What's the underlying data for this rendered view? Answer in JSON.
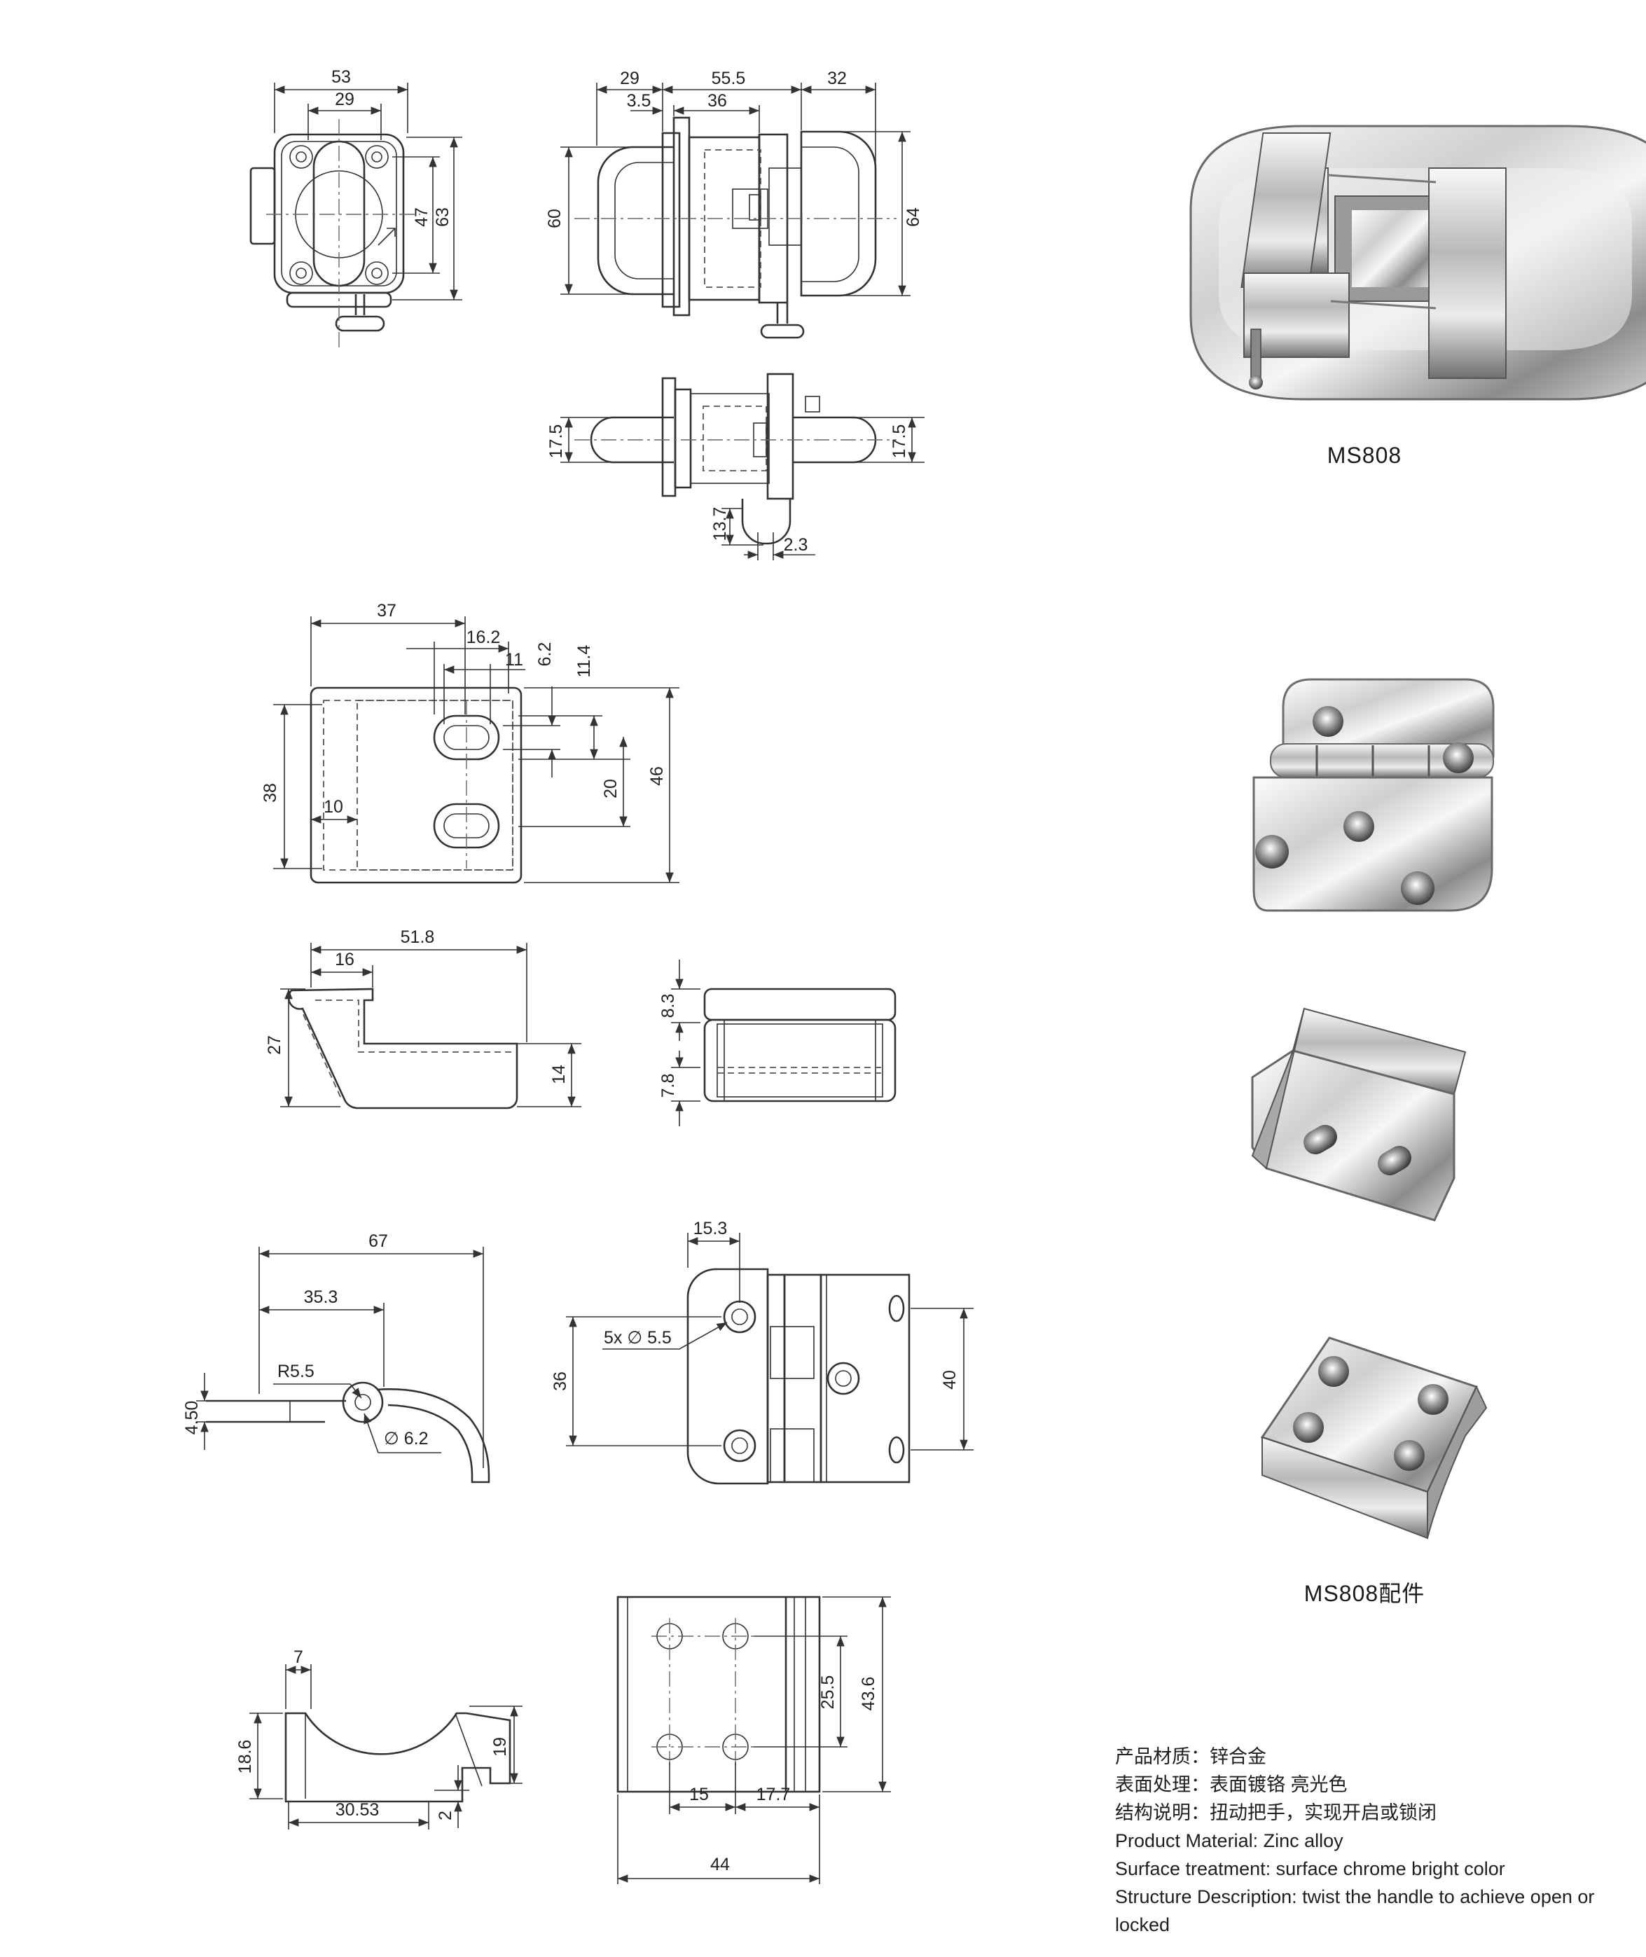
{
  "dimensions": {
    "front": {
      "w53": "53",
      "w29": "29",
      "h47": "47",
      "h63": "63"
    },
    "side": {
      "d29": "29",
      "d55_5": "55.5",
      "d32": "32",
      "d3_5": "3.5",
      "d36": "36",
      "h60": "60",
      "h64": "64"
    },
    "bottom": {
      "h17_5a": "17.5",
      "h17_5b": "17.5",
      "d13_7": "13.7",
      "d2_3": "2.3"
    },
    "bracket": {
      "d37": "37",
      "d16_2": "16.2",
      "d11": "11",
      "d6_2": "6.2",
      "d11_4": "11.4",
      "d38": "38",
      "d10": "10",
      "d20": "20",
      "d46": "46"
    },
    "profile": {
      "d51_8": "51.8",
      "d16": "16",
      "d27": "27",
      "d14": "14"
    },
    "endview": {
      "d8_3": "8.3",
      "d7_8": "7.8"
    },
    "handle": {
      "d67": "67",
      "d35_3": "35.3",
      "r5_5": "R5.5",
      "d4_50": "4.50",
      "dia6_2": "∅ 6.2"
    },
    "hinge": {
      "d15_3": "15.3",
      "holes": "5x ∅ 5.5",
      "d36": "36",
      "d40": "40"
    },
    "saddle": {
      "d7": "7",
      "d18_6": "18.6",
      "d19": "19",
      "d30_53": "30.53",
      "d2": "2"
    },
    "plate": {
      "d25_5": "25.5",
      "d43_6": "43.6",
      "d15": "15",
      "d17_7": "17.7",
      "d44": "44"
    }
  },
  "captions": {
    "main": "MS808",
    "parts": "MS808配件"
  },
  "specs": [
    "产品材质：锌合金",
    "表面处理：表面镀铬 亮光色",
    "结构说明：扭动把手，实现开启或锁闭",
    "Product Material: Zinc alloy",
    "Surface treatment: surface chrome bright color",
    "Structure Description: twist the handle to achieve open or locked"
  ],
  "colors": {
    "line": "#333333",
    "chrome_light": "#f4f4f4",
    "chrome_dark": "#7d7d7d"
  }
}
